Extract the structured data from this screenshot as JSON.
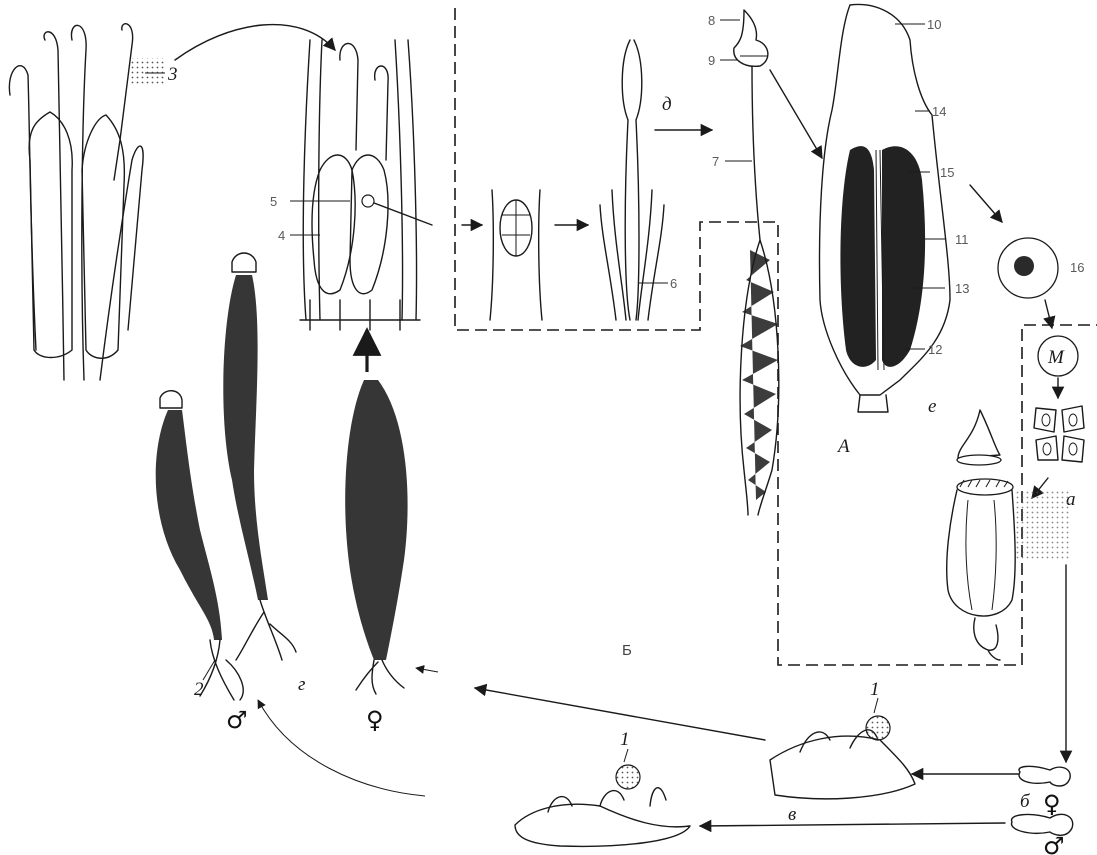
{
  "colors": {
    "ink": "#1a1a1a",
    "label_gray": "#5a5a5a",
    "dark_tissue": "#2a2a2a",
    "background": "#ffffff"
  },
  "labels": {
    "n1a": "1",
    "n1b": "1",
    "n2": "2",
    "n3": "3",
    "n4": "4",
    "n5": "5",
    "n6": "6",
    "n7": "7",
    "n8": "8",
    "n9": "9",
    "n10": "10",
    "n11": "11",
    "n12": "12",
    "n13": "13",
    "n14": "14",
    "n15": "15",
    "n16": "16",
    "M": "М",
    "A": "А",
    "B": "Б",
    "a": "а",
    "b": "б",
    "v": "в",
    "g": "г",
    "d": "д",
    "e": "е",
    "male": "♂",
    "female": "♀",
    "male2": "♂",
    "female2": "♀"
  }
}
